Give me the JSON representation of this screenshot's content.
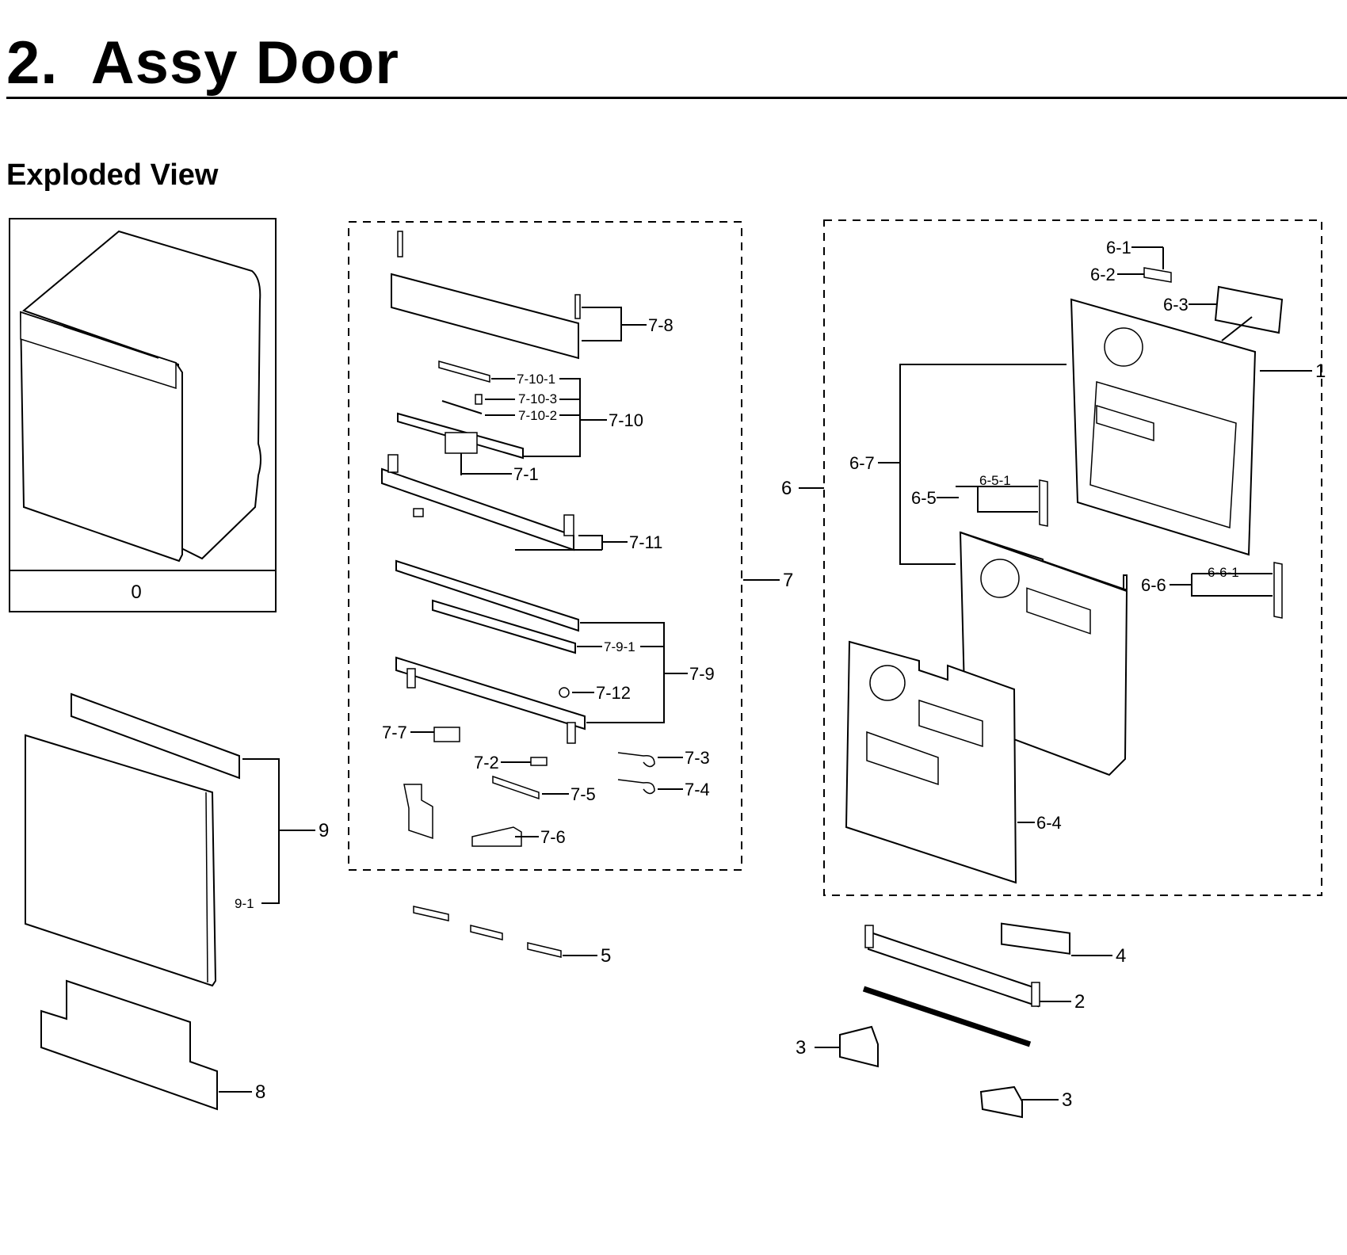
{
  "header": {
    "title": "2.  Assy Door",
    "subtitle": "Exploded View"
  },
  "parts": {
    "p0": "0",
    "p1": "1",
    "p2": "2",
    "p3a": "3",
    "p3b": "3",
    "p4": "4",
    "p5": "5",
    "p6": "6",
    "p6_1": "6-1",
    "p6_2": "6-2",
    "p6_3": "6-3",
    "p6_4": "6-4",
    "p6_5": "6-5",
    "p6_5_1": "6-5-1",
    "p6_6": "6-6",
    "p6_6_1": "6-6-1",
    "p6_7": "6-7",
    "p7": "7",
    "p7_1": "7-1",
    "p7_2": "7-2",
    "p7_3": "7-3",
    "p7_4": "7-4",
    "p7_5": "7-5",
    "p7_6": "7-6",
    "p7_7": "7-7",
    "p7_8": "7-8",
    "p7_9": "7-9",
    "p7_9_1": "7-9-1",
    "p7_10": "7-10",
    "p7_10_1": "7-10-1",
    "p7_10_2": "7-10-2",
    "p7_10_3": "7-10-3",
    "p7_11": "7-11",
    "p7_12": "7-12",
    "p8": "8",
    "p9": "9",
    "p9_1": "9-1"
  }
}
